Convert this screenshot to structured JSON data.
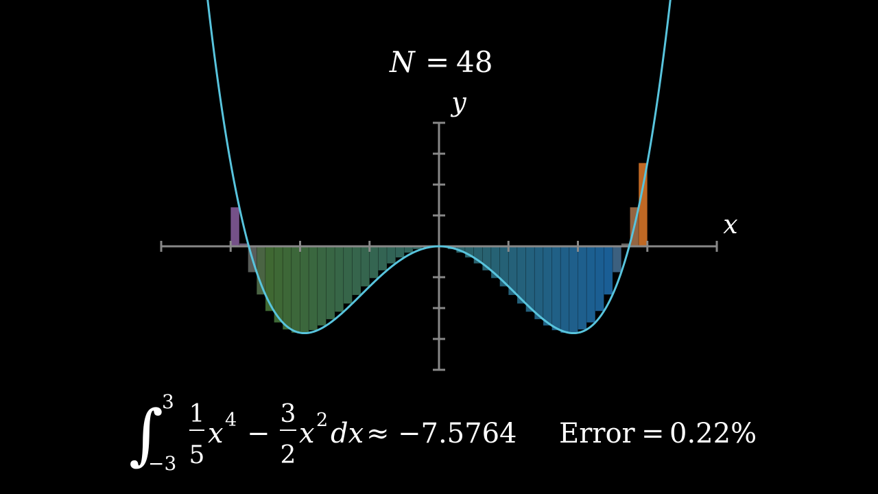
{
  "header": {
    "n_label": "N",
    "equals": "=",
    "n_value": "48"
  },
  "axes": {
    "x_label": "x",
    "y_label": "y"
  },
  "formula": {
    "integral_sign": "∫",
    "upper_limit": "3",
    "lower_limit": "−3",
    "frac1_num": "1",
    "frac1_den": "5",
    "x1": "x",
    "exp1": "4",
    "minus": "−",
    "frac2_num": "3",
    "frac2_den": "2",
    "x2": "x",
    "exp2": "2",
    "dx": "dx",
    "approx": "≈",
    "result": "−7.5764"
  },
  "error": {
    "label": "Error",
    "equals": "=",
    "value": "0.22%"
  },
  "colors": {
    "curve": "#58C4DD",
    "axis": "#888888",
    "rect_left_start": "#8A5FA0",
    "rect_mid": "#4A7A3A",
    "rect_right": "#1F6FB0",
    "rect_end": "#E07A2A"
  },
  "chart_data": {
    "type": "area",
    "function": "0.2*x^4 - 1.5*x^2",
    "xlim": [
      -4,
      4
    ],
    "ylim": [
      -4,
      4
    ],
    "x_ticks": [
      -4,
      -3,
      -2,
      -1,
      1,
      2,
      3,
      4
    ],
    "y_ticks": [
      -4,
      -3,
      -2,
      -1,
      1,
      2,
      3,
      4
    ],
    "integration_range": [
      -3,
      3
    ],
    "n_rectangles": 48,
    "grid": false
  }
}
